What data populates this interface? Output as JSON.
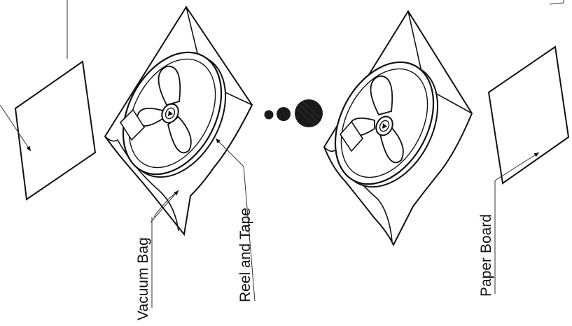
{
  "labels": {
    "vacuum_bag": "Vacuum Bag",
    "reel_and_tape": "Reel and Tape",
    "paper_board": "Paper Board"
  },
  "colors": {
    "line": "#111111",
    "fill": "#ffffff",
    "dots": "#1a1a1a"
  },
  "icons": {
    "reel": "reel-icon",
    "continuation_dots": "ellipsis-dots-icon"
  }
}
